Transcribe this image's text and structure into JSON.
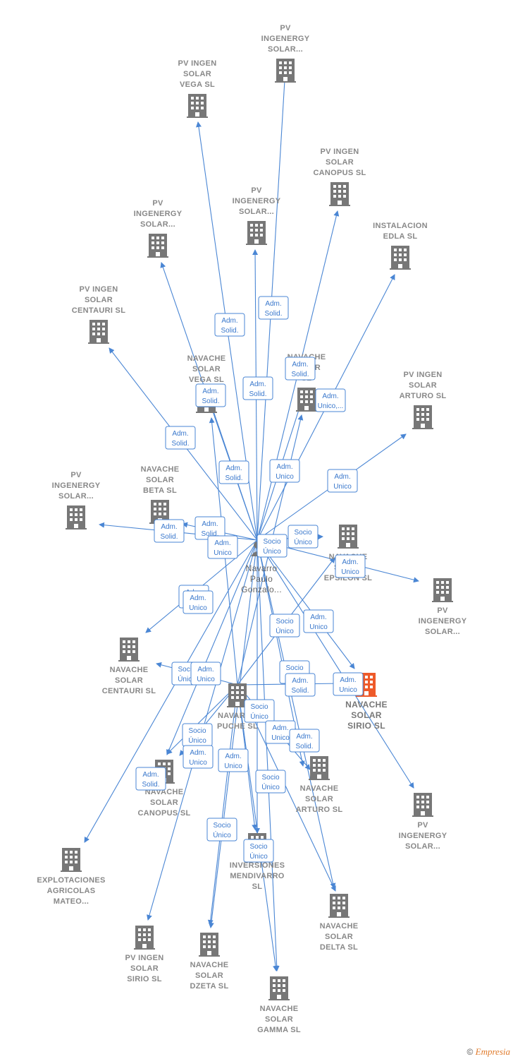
{
  "colors": {
    "edge": "#4a86d4",
    "node": "#777777",
    "highlight": "#ee5a2a",
    "person": "#777777"
  },
  "center_person": {
    "lines": [
      "Navarro",
      "Paulo",
      "Gonzalo..."
    ]
  },
  "companies": [
    {
      "id": "n1",
      "lines": [
        "PV",
        "INGENERGY",
        "SOLAR..."
      ]
    },
    {
      "id": "n2",
      "lines": [
        "PV INGEN",
        "SOLAR",
        "VEGA  SL"
      ]
    },
    {
      "id": "n3",
      "lines": [
        "PV INGEN",
        "SOLAR",
        "CANOPUS  SL"
      ]
    },
    {
      "id": "n4",
      "lines": [
        "PV",
        "INGENERGY",
        "SOLAR..."
      ]
    },
    {
      "id": "n5",
      "lines": [
        "PV",
        "INGENERGY",
        "SOLAR..."
      ]
    },
    {
      "id": "n6",
      "lines": [
        "INSTALACION",
        "EDLA  SL"
      ]
    },
    {
      "id": "n7",
      "lines": [
        "PV INGEN",
        "SOLAR",
        "CENTAURI  SL"
      ]
    },
    {
      "id": "n8",
      "lines": [
        "NAVACHE",
        "SOLAR",
        "VEGA  SL"
      ]
    },
    {
      "id": "n9",
      "lines": [
        "NAVACHE",
        "SOLAR",
        "SL"
      ]
    },
    {
      "id": "n10",
      "lines": [
        "PV INGEN",
        "SOLAR",
        "ARTURO  SL"
      ]
    },
    {
      "id": "n11",
      "lines": [
        "PV",
        "INGENERGY",
        "SOLAR..."
      ]
    },
    {
      "id": "n12",
      "lines": [
        "NAVACHE",
        "SOLAR",
        "BETA  SL"
      ]
    },
    {
      "id": "n13",
      "lines": [
        "NAVACHE",
        "SOLAR",
        "EPSILON  SL"
      ]
    },
    {
      "id": "n14",
      "lines": [
        "PV",
        "INGENERGY",
        "SOLAR..."
      ]
    },
    {
      "id": "n15",
      "lines": [
        "NAVACHE",
        "SOLAR",
        "CENTAURI  SL"
      ]
    },
    {
      "id": "n16",
      "lines": [
        "NAVACHE",
        "SOLAR",
        "SIRIO  SL"
      ],
      "highlight": true
    },
    {
      "id": "n17",
      "lines": [
        "NAVARRO",
        "PUCHE  SL"
      ]
    },
    {
      "id": "n18",
      "lines": [
        "NAVACHE",
        "SOLAR",
        "CANOPUS  SL"
      ]
    },
    {
      "id": "n19",
      "lines": [
        "NAVACHE",
        "SOLAR",
        "ARTURO  SL"
      ]
    },
    {
      "id": "n20",
      "lines": [
        "PV",
        "INGENERGY",
        "SOLAR..."
      ]
    },
    {
      "id": "n21",
      "lines": [
        "EXPLOTACIONES",
        "AGRICOLAS",
        "MATEO..."
      ]
    },
    {
      "id": "n22",
      "lines": [
        "INVERSIONES",
        "MENDIVARRO",
        "SL"
      ]
    },
    {
      "id": "n23",
      "lines": [
        "NAVACHE",
        "SOLAR",
        "DELTA  SL"
      ]
    },
    {
      "id": "n24",
      "lines": [
        "PV INGEN",
        "SOLAR",
        "SIRIO  SL"
      ]
    },
    {
      "id": "n25",
      "lines": [
        "NAVACHE",
        "SOLAR",
        "DZETA  SL"
      ]
    },
    {
      "id": "n26",
      "lines": [
        "NAVACHE",
        "SOLAR",
        "GAMMA  SL"
      ]
    }
  ],
  "edge_labels": [
    {
      "id": "l1",
      "lines": [
        "Adm.",
        "Solid."
      ]
    },
    {
      "id": "l2",
      "lines": [
        "Adm.",
        "Solid."
      ]
    },
    {
      "id": "l3",
      "lines": [
        "Adm.",
        "Solid."
      ]
    },
    {
      "id": "l4",
      "lines": [
        "Adm.",
        "Solid."
      ]
    },
    {
      "id": "l5",
      "lines": [
        "Adm.",
        "Solid."
      ]
    },
    {
      "id": "l6",
      "lines": [
        "Adm.",
        "Solid."
      ]
    },
    {
      "id": "l7",
      "lines": [
        "Adm.",
        "Unico,..."
      ]
    },
    {
      "id": "l8",
      "lines": [
        "Adm.",
        "Solid."
      ]
    },
    {
      "id": "l9",
      "lines": [
        "Adm.",
        "Unico"
      ]
    },
    {
      "id": "l10",
      "lines": [
        "Adm.",
        "Unico"
      ]
    },
    {
      "id": "l11",
      "lines": [
        "Adm.",
        "Solid."
      ]
    },
    {
      "id": "l12",
      "lines": [
        "Adm.",
        "Solid."
      ]
    },
    {
      "id": "l13",
      "lines": [
        "Adm.",
        "Unico"
      ]
    },
    {
      "id": "l14",
      "lines": [
        "Socio",
        "Único"
      ]
    },
    {
      "id": "l15",
      "lines": [
        "Socio",
        "Único"
      ]
    },
    {
      "id": "l16",
      "lines": [
        "Adm.",
        "Unico"
      ]
    },
    {
      "id": "l17",
      "lines": [
        "Adm.",
        "Solid."
      ]
    },
    {
      "id": "l18",
      "lines": [
        "Adm.",
        "Unico"
      ]
    },
    {
      "id": "l19",
      "lines": [
        "Socio",
        "Único"
      ]
    },
    {
      "id": "l20",
      "lines": [
        "Adm.",
        "Unico"
      ]
    },
    {
      "id": "l21",
      "lines": [
        "Socio",
        "Único"
      ]
    },
    {
      "id": "l22",
      "lines": [
        "Adm.",
        "Unico"
      ]
    },
    {
      "id": "l23",
      "lines": [
        "Socio",
        "Único"
      ]
    },
    {
      "id": "l24",
      "lines": [
        "Adm.",
        "Solid."
      ]
    },
    {
      "id": "l25",
      "lines": [
        "Adm.",
        "Unico"
      ]
    },
    {
      "id": "l26",
      "lines": [
        "Socio",
        "Único"
      ]
    },
    {
      "id": "l27",
      "lines": [
        "Socio",
        "Único"
      ]
    },
    {
      "id": "l28",
      "lines": [
        "Adm.",
        "Unico"
      ]
    },
    {
      "id": "l29",
      "lines": [
        "Adm.",
        "Solid."
      ]
    },
    {
      "id": "l30",
      "lines": [
        "Adm.",
        "Unico"
      ]
    },
    {
      "id": "l31",
      "lines": [
        "Adm.",
        "Solid."
      ]
    },
    {
      "id": "l32",
      "lines": [
        "Adm.",
        "Unico"
      ]
    },
    {
      "id": "l33",
      "lines": [
        "Socio",
        "Único"
      ]
    },
    {
      "id": "l34",
      "lines": [
        "Socio",
        "Único"
      ]
    },
    {
      "id": "l35",
      "lines": [
        "Socio",
        "Único"
      ]
    }
  ],
  "footer": {
    "copyright": "©",
    "brand": "Empresia"
  }
}
